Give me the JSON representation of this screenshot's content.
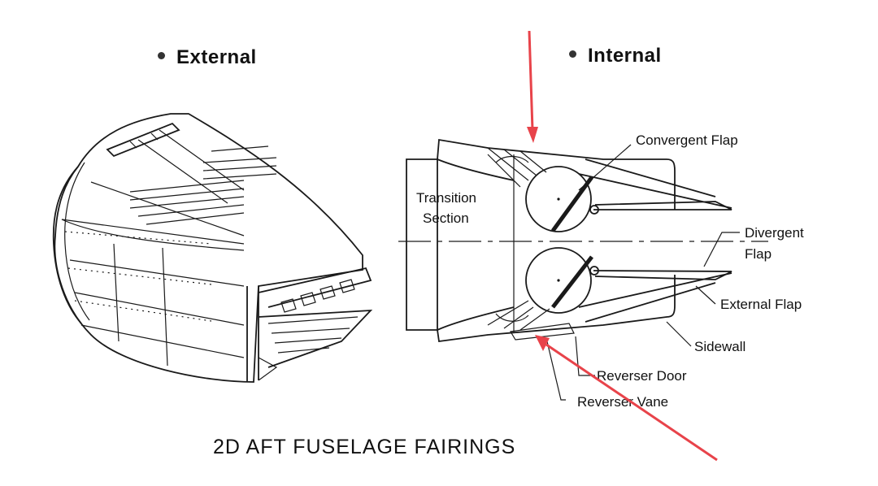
{
  "headings": {
    "external": "External",
    "internal": "Internal"
  },
  "labels": {
    "transition_section_line1": "Transition",
    "transition_section_line2": "Section",
    "convergent_flap": "Convergent Flap",
    "divergent_flap_line1": "Divergent",
    "divergent_flap_line2": "Flap",
    "external_flap": "External Flap",
    "sidewall": "Sidewall",
    "reverser_door": "Reverser Door",
    "reverser_vane": "Reverser Vane"
  },
  "caption": "2D AFT FUSELAGE FAIRINGS",
  "colors": {
    "ink": "#1a1a1a",
    "annotation_arrow": "#e8434a"
  }
}
